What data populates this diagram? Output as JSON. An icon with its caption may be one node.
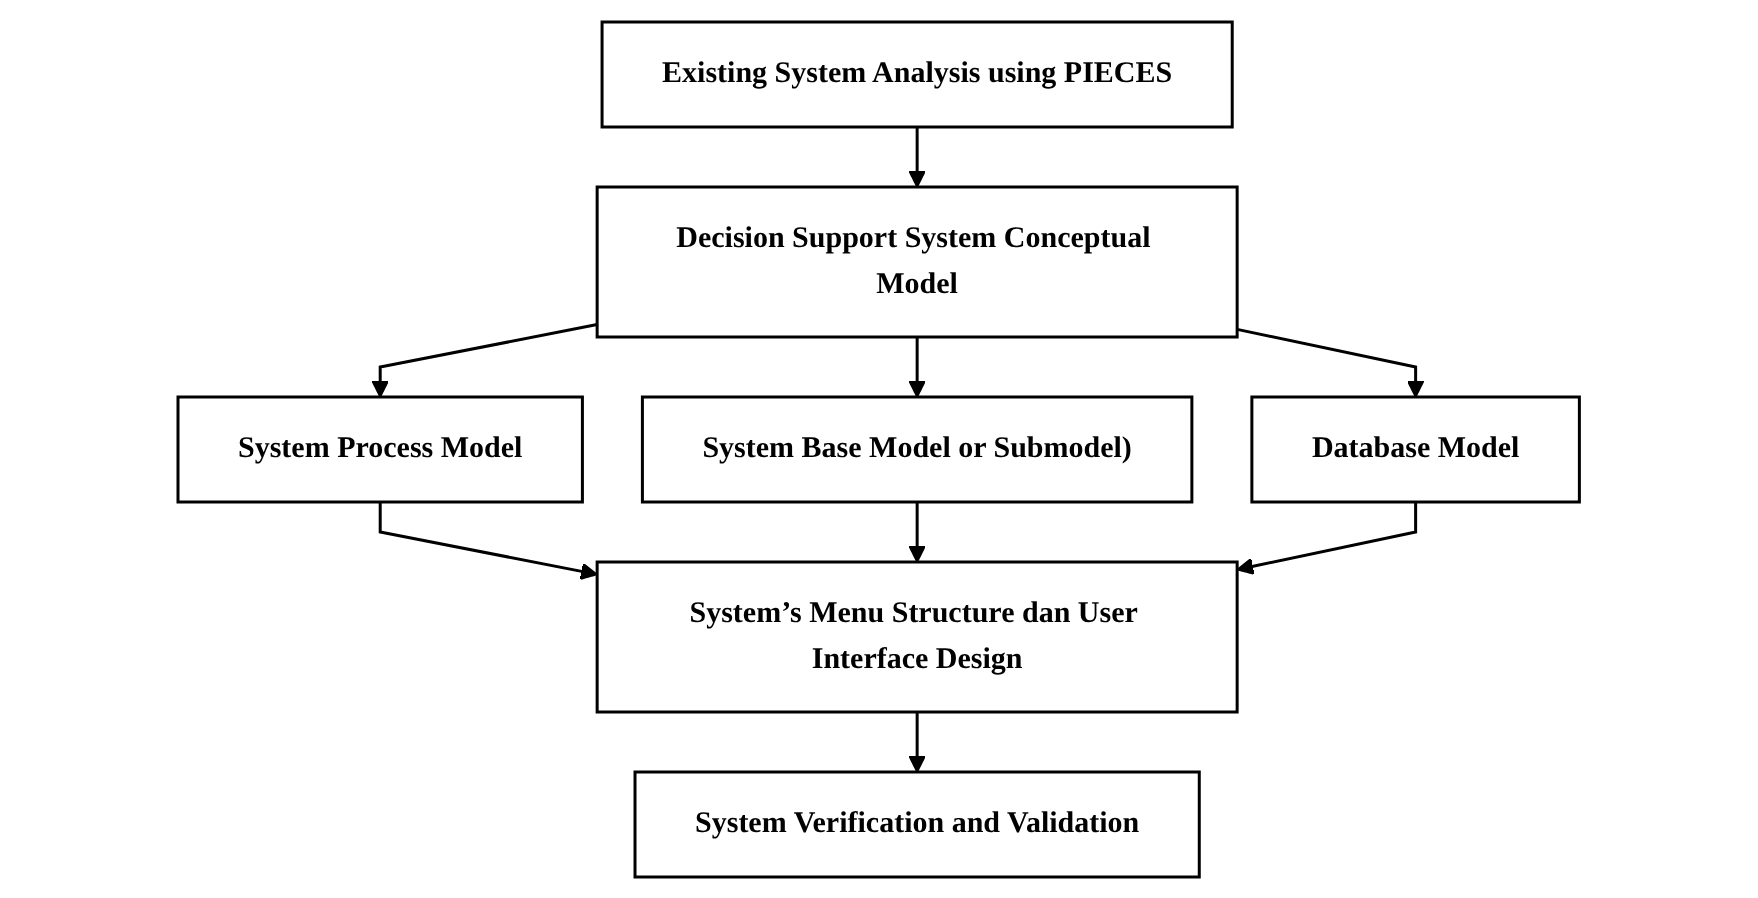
{
  "diagram": {
    "nodes": [
      {
        "text": [
          "Existing System Analysis using PIECES"
        ]
      },
      {
        "text": [
          "Decision Support System Conceptual Model"
        ]
      },
      {
        "text": [
          "System Process Model"
        ]
      },
      {
        "text": [
          "System Base Model or Submodel)"
        ]
      },
      {
        "text": [
          "Database Model"
        ]
      },
      {
        "text": [
          "System’s Menu Structure dan User Interface Design"
        ]
      },
      {
        "text": [
          "System Verification and Validation"
        ]
      }
    ],
    "edges": [
      {
        "from": 0,
        "to": 1,
        "arrow": "to"
      },
      {
        "from": 1,
        "to": 2,
        "arrow": "to"
      },
      {
        "from": 1,
        "to": 3,
        "arrow": "to"
      },
      {
        "from": 1,
        "to": 4,
        "arrow": "to"
      },
      {
        "from": 2,
        "to": 5,
        "arrow": "to"
      },
      {
        "from": 3,
        "to": 5,
        "arrow": "to"
      },
      {
        "from": 4,
        "to": 5,
        "arrow": "to"
      },
      {
        "from": 5,
        "to": 6,
        "arrow": "to"
      }
    ]
  }
}
